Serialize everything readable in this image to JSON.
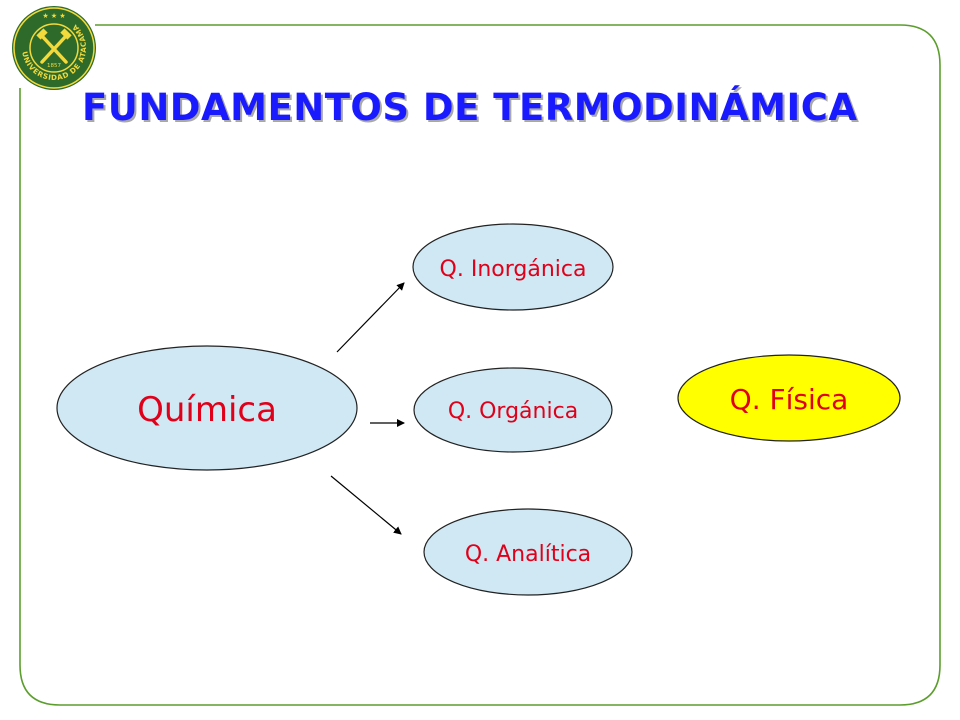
{
  "slide": {
    "title": "FUNDAMENTOS DE TERMODINÁMICA",
    "logo": {
      "icon": "university-seal-icon",
      "year": "1857",
      "circular_text": "UNIVERSIDAD DE ATACAMA"
    }
  },
  "diagram": {
    "root": "Química",
    "branches": [
      "Q. Inorgánica",
      "Q. Orgánica",
      "Q. Analítica"
    ],
    "highlight": "Q. Física"
  },
  "colors": {
    "title": "#1a1aff",
    "title_shadow": "#a8a8a8",
    "node_fill": "#cfe8f3",
    "highlight_fill": "#ffff00",
    "node_text": "#e0001a",
    "border": "#5c9e2e",
    "logo_green": "#2e6b2a",
    "logo_yellow": "#f2d93c"
  }
}
